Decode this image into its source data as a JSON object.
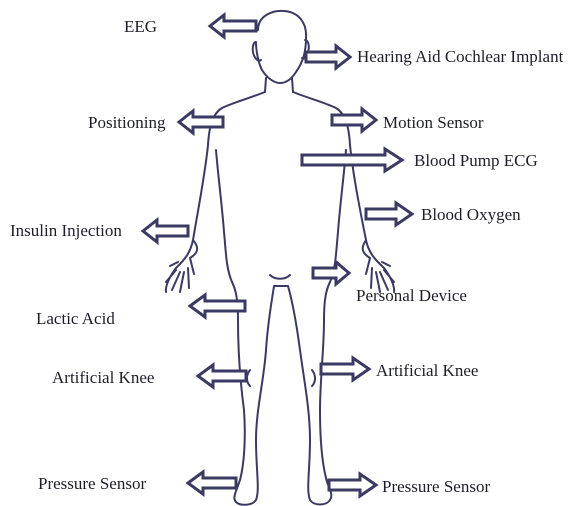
{
  "labels": {
    "eeg": "EEG",
    "hearing": "Hearing Aid Cochlear Implant",
    "positioning": "Positioning",
    "motion": "Motion Sensor",
    "blood_pump": "Blood Pump ECG",
    "blood_oxygen": "Blood Oxygen",
    "insulin": "Insulin Injection",
    "personal_device": "Personal Device",
    "lactic_acid": "Lactic Acid",
    "knee_left": "Artificial Knee",
    "knee_right": "Artificial Knee",
    "pressure_left": "Pressure Sensor",
    "pressure_right": "Pressure Sensor"
  },
  "colors": {
    "outline": "#3a3a63",
    "arrow": "#3a3a63",
    "text": "#1e1e2a",
    "background": "#ffffff"
  }
}
